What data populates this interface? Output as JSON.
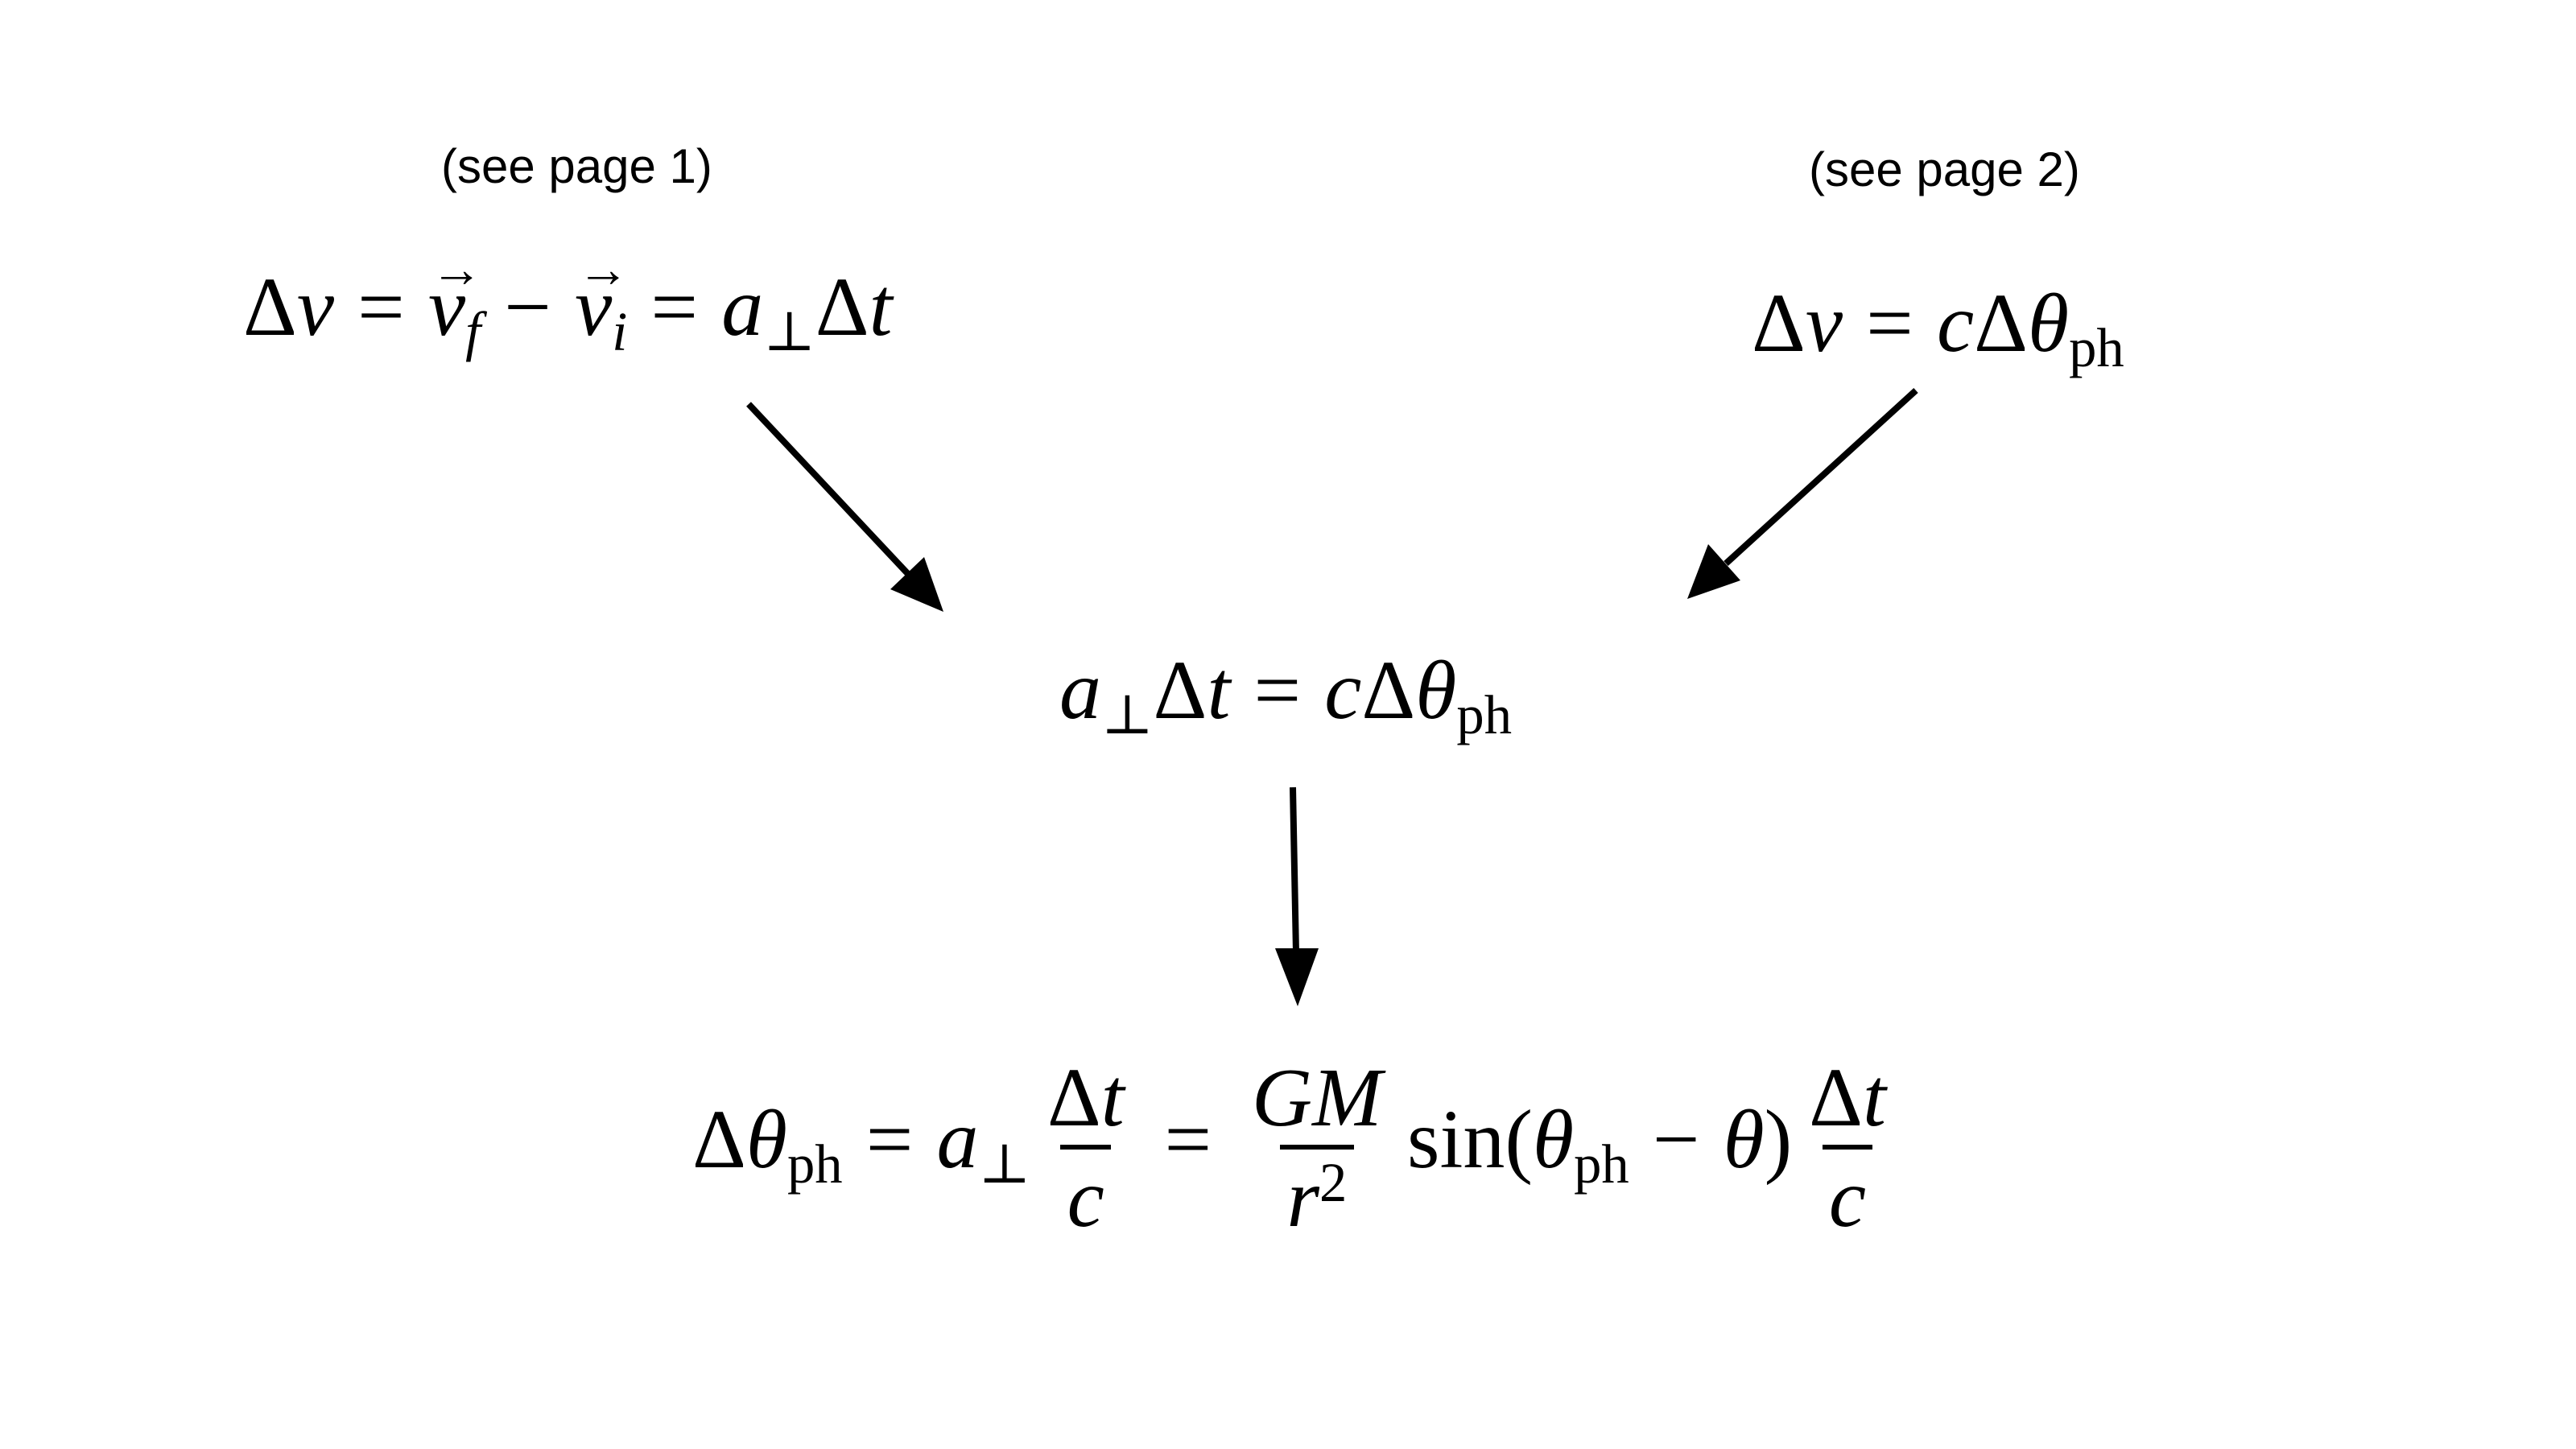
{
  "notes": {
    "left": "(see page 1)",
    "right": "(see page 2)"
  },
  "symbols": {
    "Delta": "Δ",
    "theta": "θ",
    "perp": "⊥",
    "equals": "=",
    "minus": "−",
    "v": "v",
    "t": "t",
    "c": "c",
    "a": "a",
    "f": "f",
    "i": "i",
    "ph": "ph",
    "G": "G",
    "M": "M",
    "r": "r",
    "two": "2",
    "sin": "sin",
    "lparen": "(",
    "rparen": ")"
  }
}
